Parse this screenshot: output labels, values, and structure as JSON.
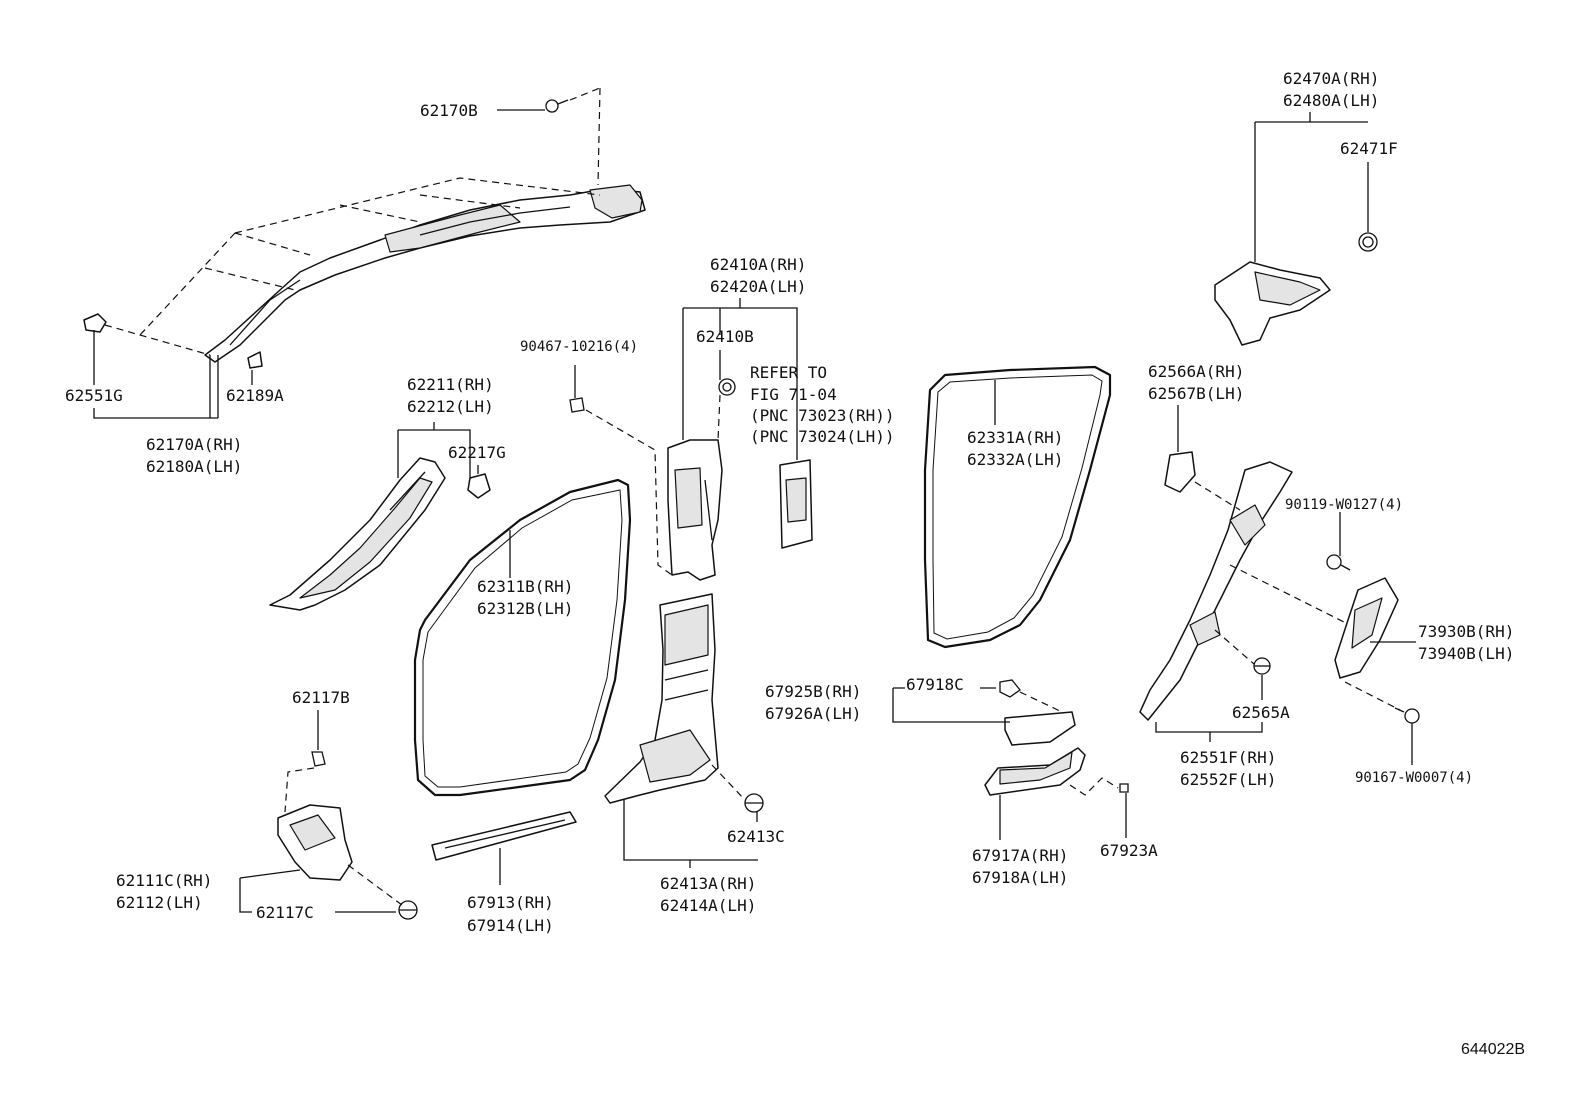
{
  "figure_code": "644022B",
  "labels": {
    "l62170B": "62170B",
    "l62551G": "62551G",
    "l62189A": "62189A",
    "l62170A": "62170A(RH)",
    "l62180A": "62180A(LH)",
    "l62211": "62211(RH)",
    "l62212": "62212(LH)",
    "l62217G": "62217G",
    "l90467": "90467-10216(4)",
    "l62410A": "62410A(RH)",
    "l62420A": "62420A(LH)",
    "l62410B": "62410B",
    "refer1": "REFER TO",
    "refer2": "FIG 71-04",
    "refer3": "(PNC 73023(RH))",
    "refer4": "(PNC 73024(LH))",
    "l62311B": "62311B(RH)",
    "l62312B": "62312B(LH)",
    "l62331A": "62331A(RH)",
    "l62332A": "62332A(LH)",
    "l62470A": "62470A(RH)",
    "l62480A": "62480A(LH)",
    "l62471F": "62471F",
    "l62566A": "62566A(RH)",
    "l62567B": "62567B(LH)",
    "l90119": "90119-W0127(4)",
    "l73930B": "73930B(RH)",
    "l73940B": "73940B(LH)",
    "l62565A": "62565A",
    "l62551F": "62551F(RH)",
    "l62552F": "62552F(LH)",
    "l90167": "90167-W0007(4)",
    "l62117B": "62117B",
    "l62111C": "62111C(RH)",
    "l62112": "62112(LH)",
    "l62117C": "62117C",
    "l67913": "67913(RH)",
    "l67914": "67914(LH)",
    "l62413C": "62413C",
    "l62413A": "62413A(RH)",
    "l62414A": "62414A(LH)",
    "l67925B": "67925B(RH)",
    "l67926A": "67926A(LH)",
    "l67918C": "67918C",
    "l67917A": "67917A(RH)",
    "l67918A": "67918A(LH)",
    "l67923A": "67923A"
  }
}
